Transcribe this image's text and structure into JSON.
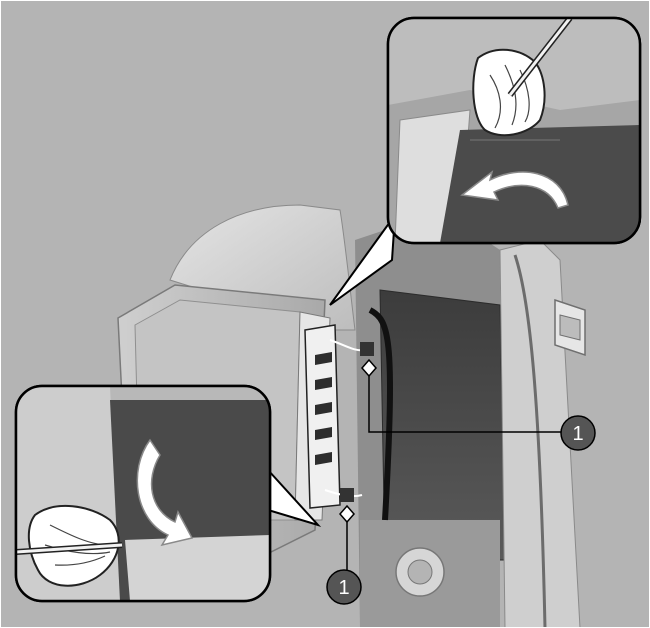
{
  "figure": {
    "callouts": [
      {
        "number": "1",
        "target": "upper-clip"
      },
      {
        "number": "1",
        "target": "lower-clip"
      }
    ],
    "insets": [
      {
        "name": "top-right",
        "action": "pry-clip-with-cloth-wrapped-screwdriver",
        "arrow": "curved-left"
      },
      {
        "name": "bottom-left",
        "action": "pry-clip-with-cloth-wrapped-screwdriver",
        "arrow": "curved-down-right"
      }
    ],
    "colors": {
      "background": "#b4b4b4",
      "dark_interior": "#4a4a4a",
      "light_body": "#d8d8d8",
      "callout_fill": "#555555",
      "outline": "#000000",
      "frame": "#ffffff"
    }
  }
}
